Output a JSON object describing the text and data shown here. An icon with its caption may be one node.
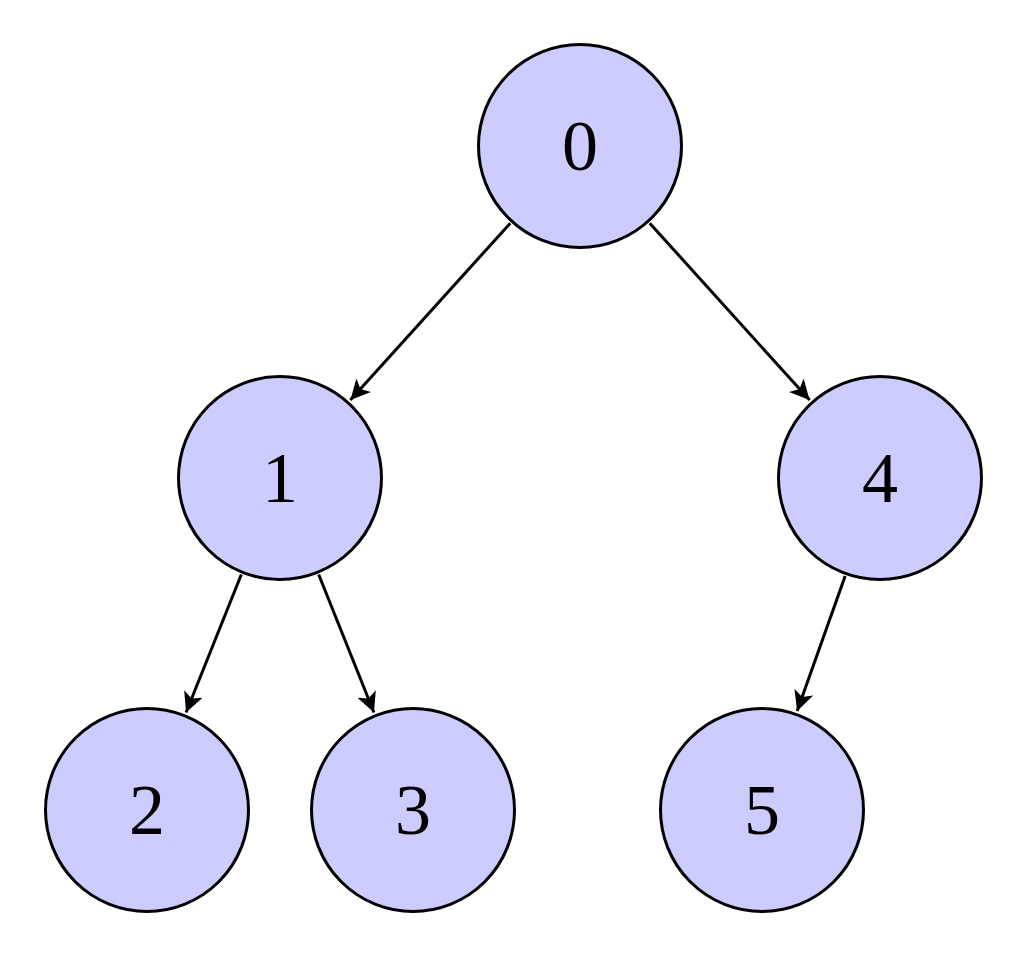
{
  "diagram": {
    "nodes": [
      {
        "text": [
          "0"
        ]
      },
      {
        "text": [
          "1"
        ]
      },
      {
        "text": [
          "4"
        ]
      },
      {
        "text": [
          "2"
        ]
      },
      {
        "text": [
          "3"
        ]
      },
      {
        "text": [
          "5"
        ]
      }
    ],
    "edges": [
      {
        "from": 0,
        "to": 1,
        "arrow": "to"
      },
      {
        "from": 0,
        "to": 2,
        "arrow": "to"
      },
      {
        "from": 1,
        "to": 3,
        "arrow": "to"
      },
      {
        "from": 1,
        "to": 4,
        "arrow": "to"
      },
      {
        "from": 2,
        "to": 5,
        "arrow": "to"
      }
    ]
  }
}
